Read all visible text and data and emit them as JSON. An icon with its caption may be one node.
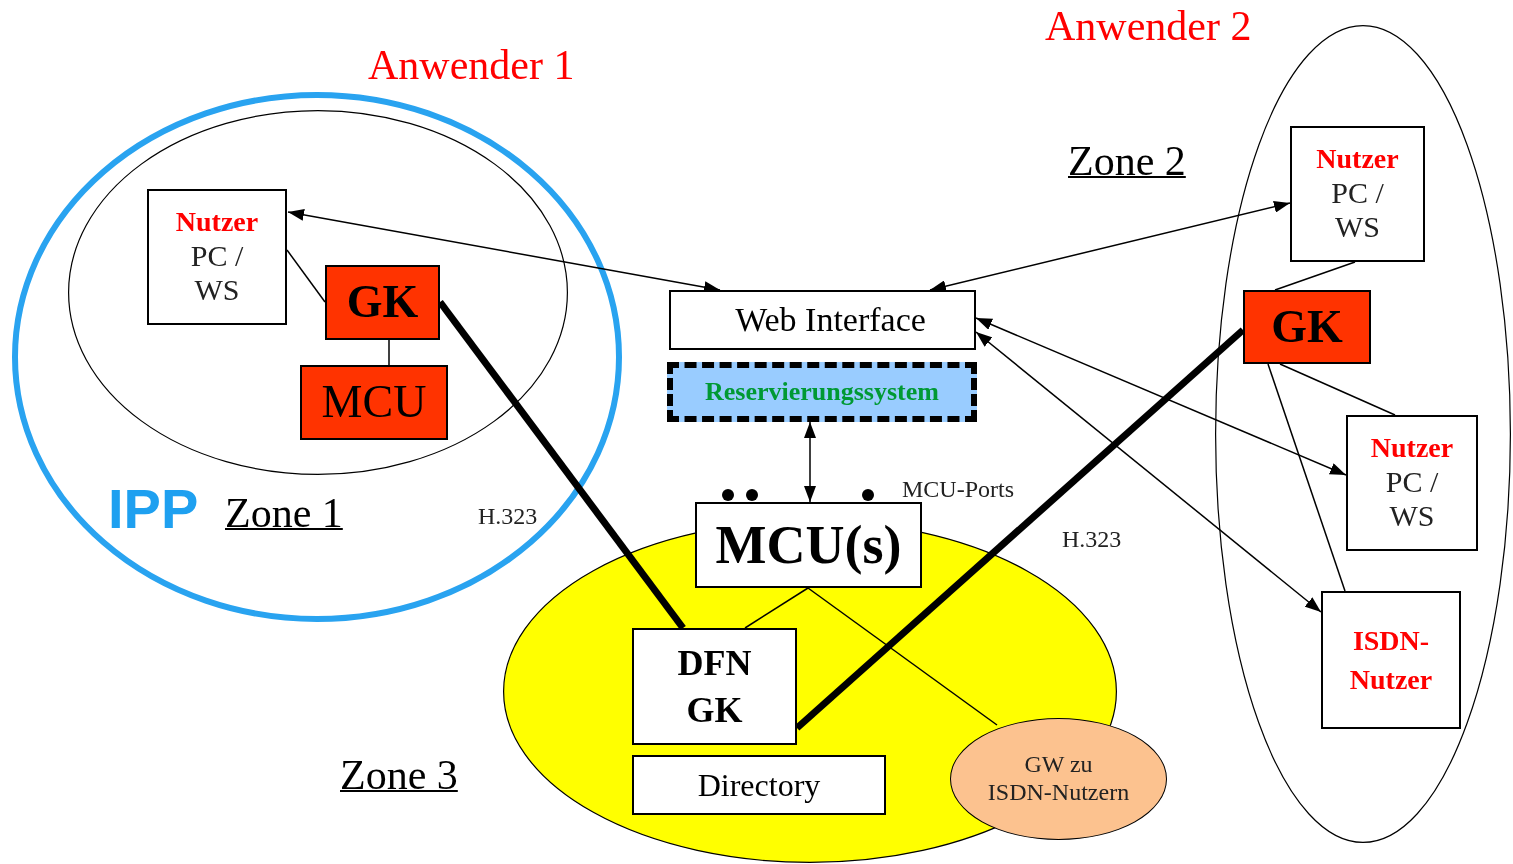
{
  "diagram": {
    "nodes": [
      {
        "text": [
          "Anwender 1",
          "IPP",
          "Zone 1"
        ]
      },
      {
        "text": [],
        "shape": "ellipse",
        "in": 0
      },
      {
        "text": [
          "Nutzer",
          "PC / WS"
        ],
        "in": 1
      },
      {
        "text": [
          "GK"
        ],
        "in": 1
      },
      {
        "text": [
          "MCU"
        ],
        "in": 1
      },
      {
        "text": [
          "Anwender 2",
          "Zone 2"
        ]
      },
      {
        "text": [
          "Nutzer",
          "PC / WS"
        ],
        "in": 5
      },
      {
        "text": [
          "GK"
        ],
        "in": 5
      },
      {
        "text": [
          "Nutzer",
          "PC / WS"
        ],
        "in": 5
      },
      {
        "text": [
          "ISDN-Nutzer"
        ],
        "in": 5
      },
      {
        "text": [
          "Web Interface"
        ]
      },
      {
        "text": [
          "Reservierungssystem"
        ]
      },
      {
        "text": [
          "Zone 3"
        ]
      },
      {
        "text": [
          "MCU(s)"
        ],
        "beside": [
          "MCU-Ports"
        ]
      },
      {
        "text": [
          "DFN GK"
        ],
        "in": 12
      },
      {
        "text": [
          "Directory"
        ],
        "in": 12
      },
      {
        "text": [
          "GW zu ISDN-Nutzern"
        ]
      }
    ],
    "edges": [
      {
        "from": 10,
        "to": 2,
        "arrow": "both"
      },
      {
        "from": 10,
        "to": 6,
        "arrow": "both"
      },
      {
        "from": 10,
        "to": 8,
        "arrow": "both"
      },
      {
        "from": 10,
        "to": 9,
        "arrow": "both"
      },
      {
        "from": 11,
        "to": 13,
        "arrow": "both"
      },
      {
        "from": 3,
        "to": 2,
        "arrow": "none"
      },
      {
        "from": 3,
        "to": 4,
        "arrow": "none"
      },
      {
        "from": 3,
        "to": 14,
        "arrow": "none",
        "style": "thick"
      },
      {
        "from": 7,
        "to": 14,
        "arrow": "none",
        "style": "thick"
      },
      {
        "from": 7,
        "to": 6,
        "arrow": "none"
      },
      {
        "from": 7,
        "to": 8,
        "arrow": "none"
      },
      {
        "from": 7,
        "to": 9,
        "arrow": "none"
      },
      {
        "from": 13,
        "to": 14,
        "arrow": "none"
      },
      {
        "from": 13,
        "to": 16,
        "arrow": "none"
      }
    ],
    "labels": [
      "H.323",
      "H.323"
    ]
  }
}
